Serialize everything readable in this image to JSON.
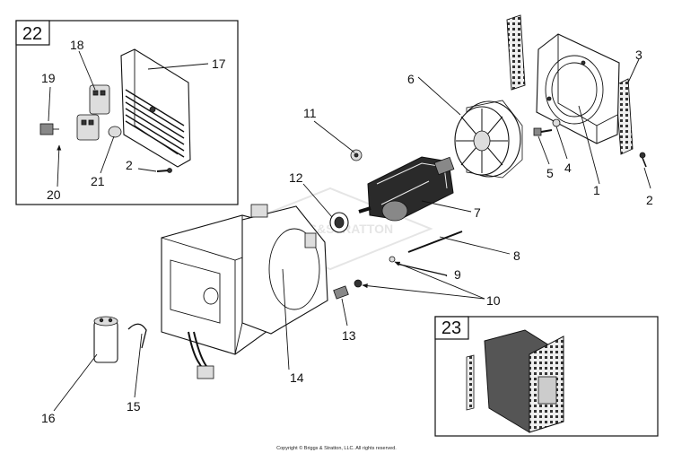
{
  "insets": {
    "a": "22",
    "b": "23"
  },
  "callouts": {
    "c1": "1",
    "c2a": "2",
    "c2b": "2",
    "c3": "3",
    "c4": "4",
    "c5": "5",
    "c6": "6",
    "c7": "7",
    "c8": "8",
    "c9": "9",
    "c10": "10",
    "c11": "11",
    "c12": "12",
    "c13": "13",
    "c14": "14",
    "c15": "15",
    "c16": "16",
    "c17": "17",
    "c18": "18",
    "c19": "19",
    "c20": "20",
    "c21": "21"
  },
  "copyright": "Copyright © Briggs & Stratton, LLC. All rights reserved.",
  "watermark": "BRIGGS&STRATTON"
}
